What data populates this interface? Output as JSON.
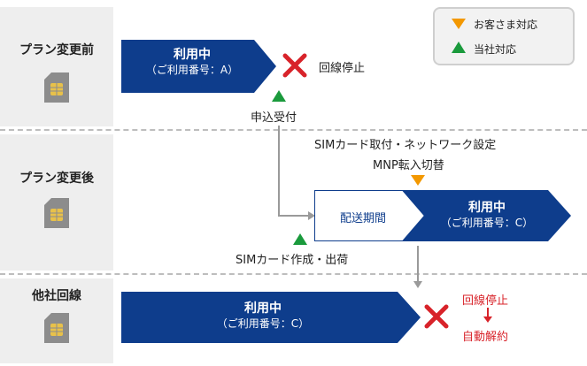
{
  "rows": {
    "before": "プラン変更前",
    "after": "プラン変更後",
    "other": "他社回線"
  },
  "legend": {
    "customer": "お客さま対応",
    "company": "当社対応"
  },
  "bar1": {
    "status": "利用中",
    "number": "（ご利用番号：A）"
  },
  "bar2": {
    "shipping": "配送期間",
    "status": "利用中",
    "number": "（ご利用番号：C）"
  },
  "bar3": {
    "status": "利用中",
    "number": "（ご利用番号：C）"
  },
  "labels": {
    "stop1": "回線停止",
    "apply": "申込受付",
    "sim_setup": "SIMカード取付・ネットワーク設定",
    "mnp": "MNP転入切替",
    "sim_make": "SIMカード作成・出荷",
    "stop2": "回線停止",
    "cancel": "自動解約"
  },
  "colors": {
    "bar": "#0e3d8c",
    "customer": "#f39800",
    "company": "#1a9a3c",
    "stop": "#d8232a"
  }
}
